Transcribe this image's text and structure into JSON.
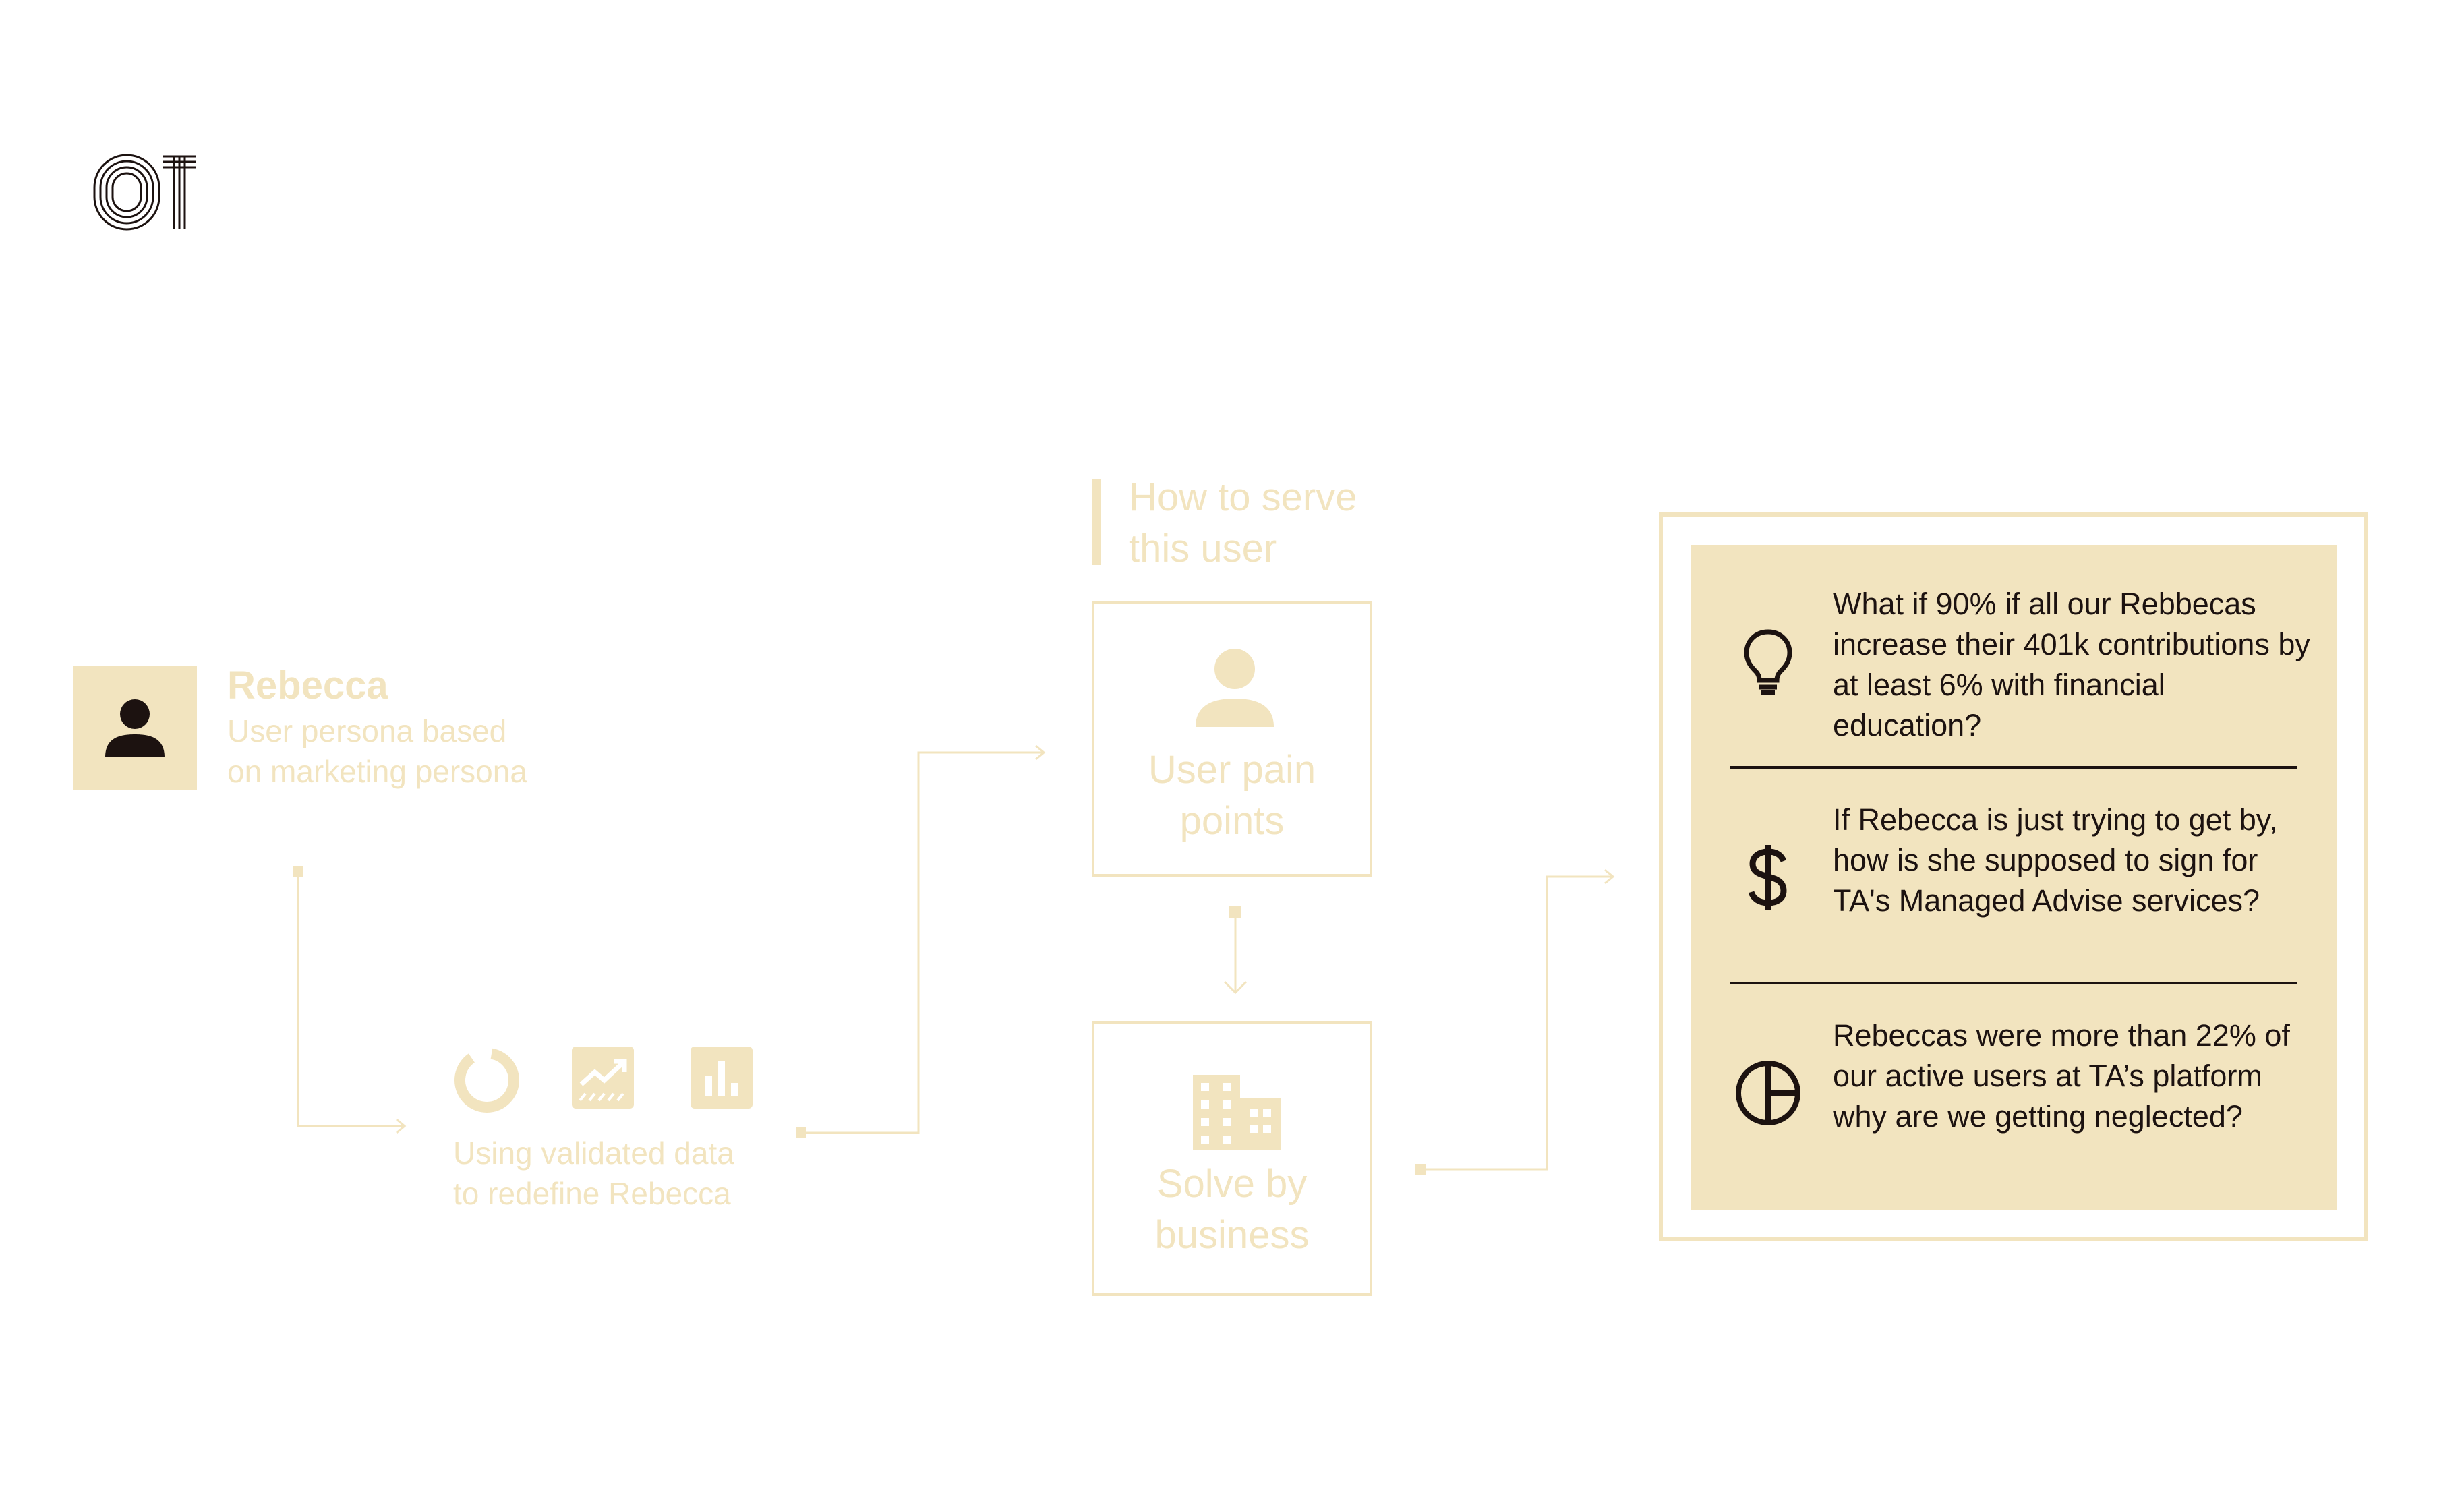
{
  "colors": {
    "beige": "#f2e4bf",
    "ink": "#1c1210",
    "faded_text": "#f2e4bf"
  },
  "logo": {
    "text": "01"
  },
  "persona": {
    "icon": "person-icon",
    "name": "Rebecca",
    "subtitle": "User persona based\non marketing persona"
  },
  "data_step": {
    "icons": [
      "donut-chart-icon",
      "trend-chart-icon",
      "bar-chart-icon"
    ],
    "caption": "Using validated data\nto redefine Rebecca"
  },
  "serve": {
    "title": "How to serve\nthis user",
    "pain_points": {
      "icon": "person-icon",
      "label": "User pain\npoints"
    },
    "business": {
      "icon": "building-icon",
      "label": "Solve by\nbusiness"
    }
  },
  "questions": [
    {
      "icon": "lightbulb-icon",
      "text": "What if 90% if all our Rebbecas increase their 401k contributions by at least 6% with financial education?"
    },
    {
      "icon": "dollar-icon",
      "text": "If Rebecca is  just trying to get by, how is she supposed to sign for TA's Managed Advise services?"
    },
    {
      "icon": "pie-chart-icon",
      "text": "Rebeccas were more than 22% of our active users at TA’s platform why are we getting neglected?"
    }
  ]
}
